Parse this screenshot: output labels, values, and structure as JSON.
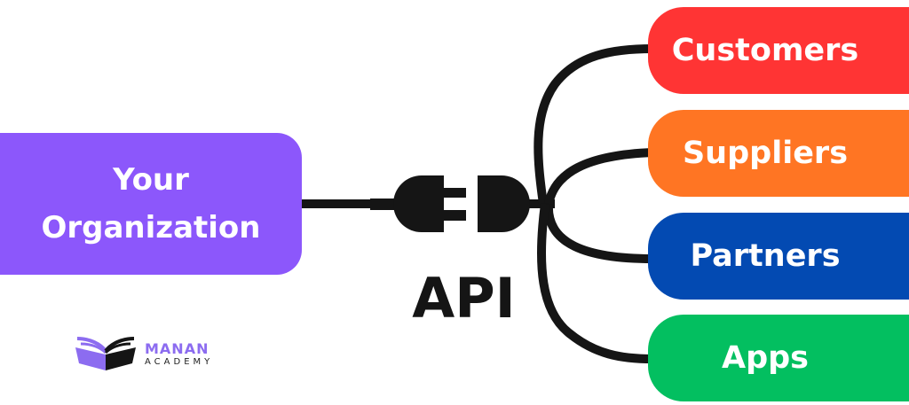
{
  "source": {
    "line1": "Your",
    "line2": "Organization",
    "color": "#8c57fb"
  },
  "api_label": "API",
  "targets": [
    {
      "label": "Customers",
      "color": "#ff3434"
    },
    {
      "label": "Suppliers",
      "color": "#ff7523"
    },
    {
      "label": "Partners",
      "color": "#034ab2"
    },
    {
      "label": "Apps",
      "color": "#03bf60"
    }
  ],
  "logo": {
    "line1": "MANAN",
    "line2": "ACADEMY"
  }
}
